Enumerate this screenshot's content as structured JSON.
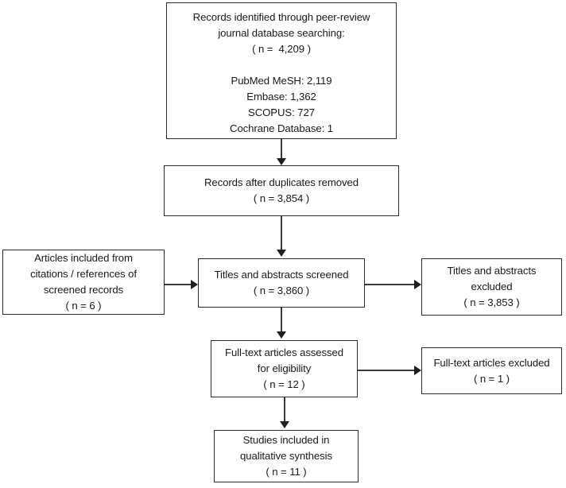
{
  "diagram": {
    "type": "prisma-flow-diagram",
    "title": "",
    "boxes": {
      "records_identified": {
        "lines": [
          "Records identified through peer-review",
          "journal database searching:",
          "( n =  4,209 )",
          "",
          "PubMed MeSH: 2,119",
          "Embase: 1,362",
          "SCOPUS: 727",
          "Cochrane Database: 1"
        ],
        "count": 4209,
        "sources": [
          {
            "name": "PubMed MeSH",
            "count": 2119
          },
          {
            "name": "Embase",
            "count": 1362
          },
          {
            "name": "SCOPUS",
            "count": 727
          },
          {
            "name": "Cochrane Database",
            "count": 1
          }
        ]
      },
      "duplicates_removed": {
        "lines": [
          "Records after duplicates removed",
          "( n = 3,854 )"
        ],
        "count": 3854
      },
      "citations_included": {
        "lines": [
          "Articles included from",
          "citations / references of",
          "screened records",
          "( n = 6 )"
        ],
        "count": 6
      },
      "titles_screened": {
        "lines": [
          "Titles and abstracts screened",
          "( n = 3,860 )"
        ],
        "count": 3860
      },
      "titles_excluded": {
        "lines": [
          "Titles and abstracts",
          "excluded",
          "( n = 3,853 )"
        ],
        "count": 3853
      },
      "fulltext_assessed": {
        "lines": [
          "Full-text articles assessed",
          "for eligibility",
          "( n = 12 )"
        ],
        "count": 12
      },
      "fulltext_excluded": {
        "lines": [
          "Full-text articles excluded",
          "( n = 1 )"
        ],
        "count": 1
      },
      "studies_included": {
        "lines": [
          "Studies included in",
          "qualitative synthesis",
          "( n = 11 )"
        ],
        "count": 11
      }
    },
    "colors": {
      "box_border": "#2b2b2b",
      "connector": "#3a3a3a",
      "background": "#ffffff",
      "text": "#1a1a1a"
    }
  }
}
